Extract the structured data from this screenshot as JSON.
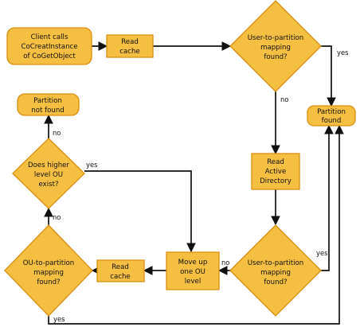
{
  "colors": {
    "node_fill": "#F5BF42",
    "node_stroke": "#D98F10",
    "edge": "#111111"
  },
  "nodes": {
    "client_calls": [
      "Client calls",
      "CoCreatInstance",
      "of CoGetObject"
    ],
    "read_cache_top": [
      "Read",
      "cache"
    ],
    "user_mapping_top": [
      "User-to-partition",
      "mapping",
      "found?"
    ],
    "partition_found": [
      "Partition",
      "found"
    ],
    "partition_not_found": [
      "Partition",
      "not found"
    ],
    "higher_ou": [
      "Does higher",
      "level OU",
      "exist?"
    ],
    "read_ad": [
      "Read",
      "Active",
      "Directory"
    ],
    "user_mapping_bottom": [
      "User-to-partition",
      "mapping",
      "found?"
    ],
    "move_up_ou": [
      "Move up",
      "one OU",
      "level"
    ],
    "read_cache_bottom": [
      "Read",
      "cache"
    ],
    "ou_mapping": [
      "OU-to-partition",
      "mapping",
      "found?"
    ]
  },
  "edge_labels": {
    "yes": "yes",
    "no": "no"
  }
}
